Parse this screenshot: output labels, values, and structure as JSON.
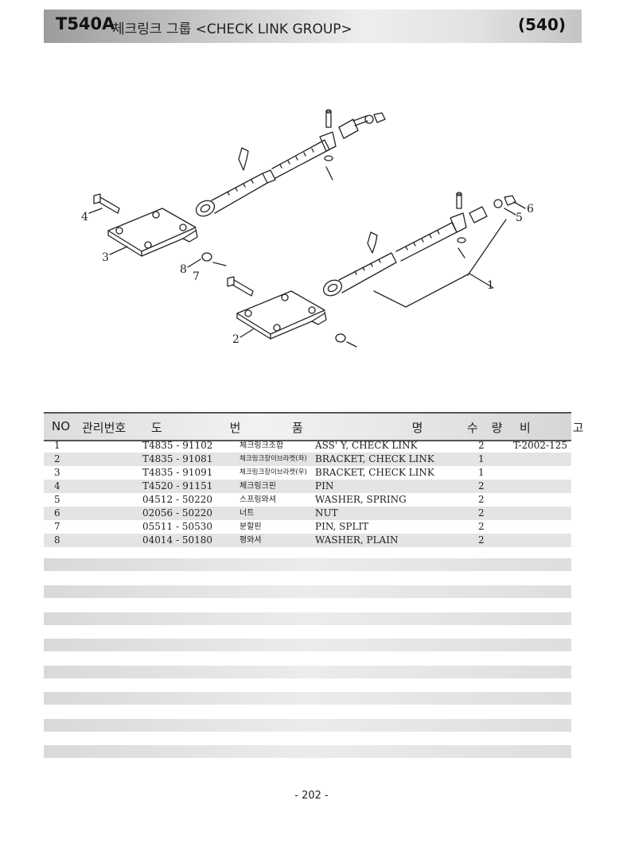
{
  "header": {
    "model": "T540A",
    "title": "체크링크 그룹 <CHECK LINK GROUP>",
    "page_code": "(540)"
  },
  "diagram": {
    "callouts": [
      "1",
      "2",
      "3",
      "4",
      "5",
      "6",
      "7",
      "8"
    ]
  },
  "table": {
    "headers": {
      "no": "NO",
      "mgmt_no": "관리번호",
      "drawing": "도 번",
      "part_name": "품 명",
      "qty": "수 량",
      "remarks": "비 고"
    },
    "rows": [
      {
        "no": "1",
        "drawing_no": "T4835 - 91102",
        "name_ko": "체크링크조합",
        "name_en": "ASS' Y, CHECK LINK",
        "qty": "2",
        "remarks": "T-2002-125"
      },
      {
        "no": "2",
        "drawing_no": "T4835 - 91081",
        "name_ko": "체크링크장이브라켓(좌)",
        "name_en": "BRACKET, CHECK LINK",
        "qty": "1",
        "remarks": ""
      },
      {
        "no": "3",
        "drawing_no": "T4835 - 91091",
        "name_ko": "체크링크장이브라켓(우)",
        "name_en": "BRACKET, CHECK LINK",
        "qty": "1",
        "remarks": ""
      },
      {
        "no": "4",
        "drawing_no": "T4520 - 91151",
        "name_ko": "체크링크핀",
        "name_en": "PIN",
        "qty": "2",
        "remarks": ""
      },
      {
        "no": "5",
        "drawing_no": "04512 - 50220",
        "name_ko": "스프링와셔",
        "name_en": "WASHER, SPRING",
        "qty": "2",
        "remarks": ""
      },
      {
        "no": "6",
        "drawing_no": "02056 - 50220",
        "name_ko": "너트",
        "name_en": "NUT",
        "qty": "2",
        "remarks": ""
      },
      {
        "no": "7",
        "drawing_no": "05511 - 50530",
        "name_ko": "분할핀",
        "name_en": "PIN, SPLIT",
        "qty": "2",
        "remarks": ""
      },
      {
        "no": "8",
        "drawing_no": "04014 - 50180",
        "name_ko": "평와셔",
        "name_en": "WASHER, PLAIN",
        "qty": "2",
        "remarks": ""
      }
    ]
  },
  "footer": {
    "page_number": "- 202 -"
  }
}
